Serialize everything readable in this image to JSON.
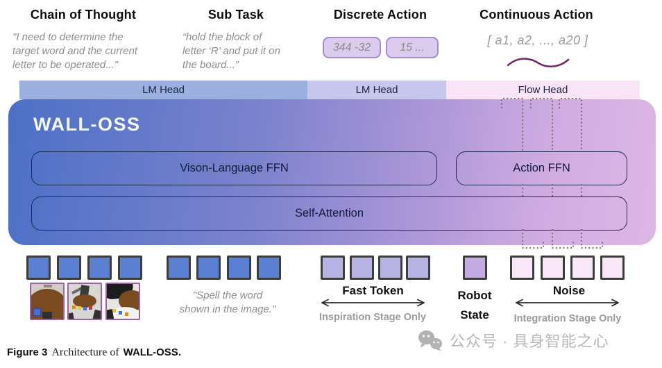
{
  "columns": [
    {
      "title": "Chain of Thought",
      "quote": "\"I need to determine the\ntarget word and the current\nletter to be operated...\""
    },
    {
      "title": "Sub Task",
      "quote": "“hold the block of\nletter ‘R’ and put it on\nthe board...”"
    },
    {
      "title": "Discrete Action",
      "tokens": [
        "344 -32",
        "15 ..."
      ]
    },
    {
      "title": "Continuous Action",
      "vector": "[ a1, a2, ..., a20 ]"
    }
  ],
  "heads": [
    {
      "label": "LM Head",
      "color": "#9bb0df"
    },
    {
      "label": "LM Head",
      "color": "#c7c6ec"
    },
    {
      "label": "Flow Head",
      "color": "#f8e4f6"
    }
  ],
  "model": {
    "title": "WALL-OSS",
    "vl_ffn": "Vison-Language FFN",
    "action_ffn": "Action FFN",
    "self_attention": "Self-Attention",
    "gradient": [
      "#4c70c6",
      "#ddb7e6"
    ]
  },
  "bottom": {
    "instruction_quote": "\"Spell the word\nshown in the image.\"",
    "fast_token_label": "Fast Token",
    "inspiration_label": "Inspiration Stage Only",
    "robot_state_label": "Robot State",
    "noise_label": "Noise",
    "integration_label": "Integration Stage Only",
    "token_groups": [
      {
        "name": "text-tokens-cot",
        "count": 4,
        "color": "#5b80d1"
      },
      {
        "name": "text-tokens-instruction",
        "count": 4,
        "color": "#5b80d1"
      },
      {
        "name": "fast-tokens",
        "count": 4,
        "color": "#b7b3e3"
      },
      {
        "name": "robot-state-token",
        "count": 1,
        "color": "#c3ace1"
      },
      {
        "name": "noise-tokens",
        "count": 4,
        "color": "#f8e7f7"
      }
    ],
    "photos": {
      "count": 3,
      "border_color": "#a05fa8"
    }
  },
  "caption": {
    "figure_label": "Figure 3",
    "text": "Architecture of",
    "model_name": "WALL-OSS",
    "period": "."
  },
  "watermark": {
    "icon": "wechat-icon",
    "text": "公众号 · 具身智能之心"
  }
}
